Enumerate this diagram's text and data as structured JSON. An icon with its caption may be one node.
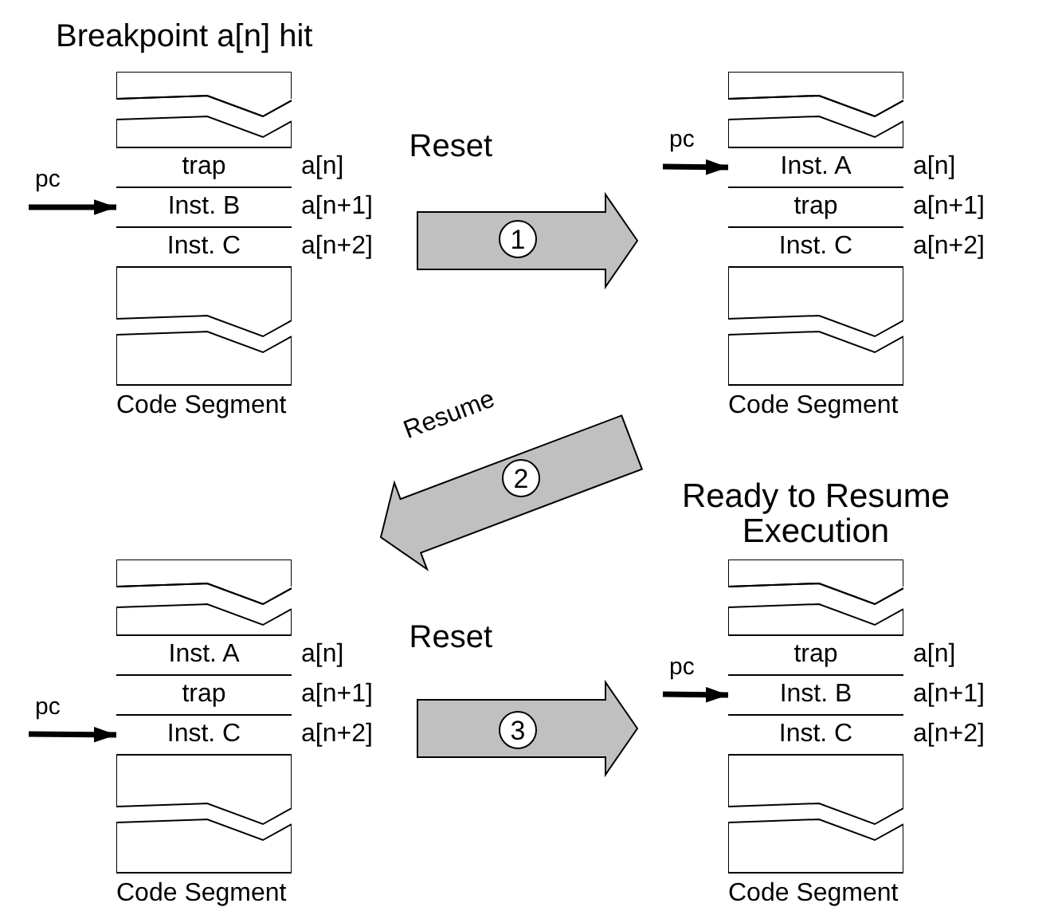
{
  "diagram": {
    "nodes": [
      {
        "text": [
          "Breakpoint a[n] hit"
        ],
        "beside": [
          "Code Segment"
        ]
      },
      {
        "text": [
          "trap"
        ],
        "in": 0,
        "beside": [
          "a[n]"
        ]
      },
      {
        "text": [
          "Inst. B"
        ],
        "in": 0,
        "beside": [
          "a[n+1]"
        ]
      },
      {
        "text": [
          "Inst. C"
        ],
        "in": 0,
        "beside": [
          "a[n+2]"
        ]
      },
      {
        "text": [
          "pc"
        ]
      },
      {
        "text": [],
        "shape": "box",
        "beside": [
          "Code Segment"
        ]
      },
      {
        "text": [
          "Inst. A"
        ],
        "in": 5,
        "beside": [
          "a[n]"
        ]
      },
      {
        "text": [
          "trap"
        ],
        "in": 5,
        "beside": [
          "a[n+1]"
        ]
      },
      {
        "text": [
          "Inst. C"
        ],
        "in": 5,
        "beside": [
          "a[n+2]"
        ]
      },
      {
        "text": [
          "pc"
        ]
      },
      {
        "text": [],
        "shape": "box",
        "beside": [
          "Code Segment"
        ]
      },
      {
        "text": [
          "Inst. A"
        ],
        "in": 10,
        "beside": [
          "a[n]"
        ]
      },
      {
        "text": [
          "trap"
        ],
        "in": 10,
        "beside": [
          "a[n+1]"
        ]
      },
      {
        "text": [
          "Inst. C"
        ],
        "in": 10,
        "beside": [
          "a[n+2]"
        ]
      },
      {
        "text": [
          "pc"
        ]
      },
      {
        "text": [
          "Ready to Resume Execution"
        ],
        "beside": [
          "Code Segment"
        ]
      },
      {
        "text": [
          "trap"
        ],
        "in": 15,
        "beside": [
          "a[n]"
        ]
      },
      {
        "text": [
          "Inst. B"
        ],
        "in": 15,
        "beside": [
          "a[n+1]"
        ]
      },
      {
        "text": [
          "Inst. C"
        ],
        "in": 15,
        "beside": [
          "a[n+2]"
        ]
      },
      {
        "text": [
          "pc"
        ]
      }
    ],
    "edges": [
      {
        "from": 0,
        "to": 5,
        "arrow": "to",
        "label": "Reset",
        "style": "thick",
        "color": "#c0c0c0"
      },
      {
        "from": 5,
        "to": 10,
        "arrow": "to",
        "label": "Resume",
        "style": "thick",
        "color": "#c0c0c0"
      },
      {
        "from": 10,
        "to": 15,
        "arrow": "to",
        "label": "Reset",
        "style": "thick",
        "color": "#c0c0c0"
      },
      {
        "from": 4,
        "to": 2,
        "arrow": "to"
      },
      {
        "from": 9,
        "to": 6,
        "arrow": "to"
      },
      {
        "from": 14,
        "to": 13,
        "arrow": "to"
      },
      {
        "from": 19,
        "to": 17,
        "arrow": "to"
      }
    ],
    "labels": [
      "1",
      "2",
      "3"
    ]
  }
}
